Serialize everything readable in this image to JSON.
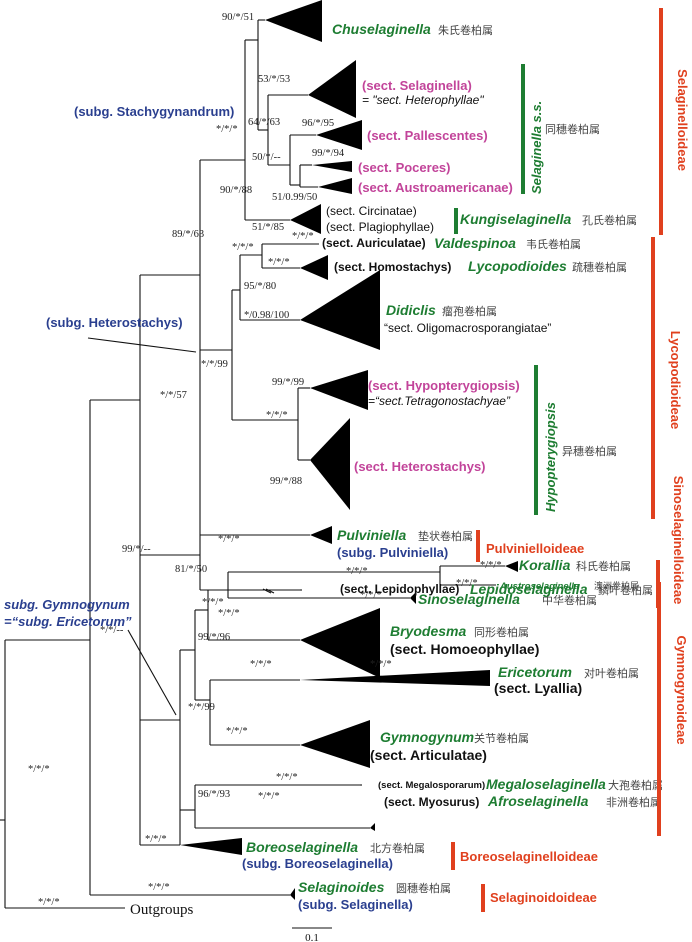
{
  "colors": {
    "genus": "#1e7d32",
    "section": "#c2449a",
    "subgenus": "#2a3f8f",
    "subfamily": "#e0401e"
  },
  "support": {
    "chuse": "90/*/51",
    "selag": "53/*/53",
    "pall": "96/*/95",
    "poc": "99/*/94",
    "n64": "64/*/63",
    "n50": "50/*/--",
    "n51": "51/0.99/50",
    "n90": "90/*/88",
    "stach": "*/*/*",
    "kung": "51/*/85",
    "root89": "89/*/63",
    "aur": "*/*/*",
    "homo": "*/*/*",
    "lyco": "*/*/*",
    "did": "95/*/80",
    "did2": "*/0.98/100",
    "het99": "*/*/99",
    "hyp99": "99/*/99",
    "hypall": "*/*/*",
    "het88": "99/*/88",
    "n57": "*/*/57",
    "pulv": "*/*/*",
    "n81": "81/*/50",
    "n99": "99/*/--",
    "kor": "*/*/*",
    "aus": "*/*/*",
    "korall": "*/*/*",
    "sino": "*/*/*",
    "sino2": "*/*/*",
    "gym": "*/*/--",
    "lep": "*/*/*",
    "gy96": "99/*/96",
    "bry": "*/*/*",
    "gy99": "*/*/99",
    "eri": "*/*/*",
    "gyn": "*/*/*",
    "meg": "*/*/*",
    "mega96": "96/*/93",
    "afr": "*/*/*",
    "bor": "*/*/*",
    "root": "*/*/*",
    "selo": "*/*/*",
    "outg": "*/*/*"
  },
  "tips": {
    "chuse": {
      "genus": "Chuselaginella",
      "cn": "朱氏卷柏属"
    },
    "selag": {
      "sect": "(sect. Selaginella)",
      "alt": "= \"sect. Heterophyllae\""
    },
    "pall": {
      "sect": "(sect. Pallescentes)"
    },
    "poc": {
      "sect": "(sect. Poceres)"
    },
    "aust": {
      "sect": "(sect. Austroamericanae)"
    },
    "kung": {
      "sect1": "(sect. Circinatae)",
      "sect2": "(sect. Plagiophyllae)",
      "genus": "Kungiselaginella",
      "cn": "孔氏卷柏属"
    },
    "val": {
      "sect": "(sect. Auriculatae)",
      "genus": "Valdespinoa",
      "cn": "韦氏卷柏属"
    },
    "lyco": {
      "sect": "(sect. Homostachys)",
      "genus": "Lycopodioides",
      "cn": "疏穗卷柏属"
    },
    "did": {
      "genus": "Didiclis",
      "cn": "瘤孢卷柏属",
      "alt": "“sect. Oligomacrosporangiatae”"
    },
    "hyp": {
      "sect": "(sect. Hypopterygiopsis)",
      "alt": "=“sect.Tetragonostachyae”"
    },
    "het": {
      "sect": "(sect. Heterostachys)",
      "cn": "异穗卷柏属"
    },
    "pulv": {
      "genus": "Pulviniella",
      "cn": "垫状卷柏属",
      "subg": "(subg. Pulviniella)"
    },
    "kor": {
      "genus": "Korallia",
      "cn": "科氏卷柏属"
    },
    "aus": {
      "genus": "Austroselaginella",
      "cn": "澳洲卷柏属"
    },
    "sino": {
      "genus": "Sinoselaginella",
      "cn": "中华卷柏属"
    },
    "lep": {
      "sect": "(sect. Lepidophyllae)",
      "genus": "Lepidoselaginella",
      "cn": "鳞叶卷柏属"
    },
    "bry": {
      "genus": "Bryodesma",
      "cn": "同形卷柏属",
      "sect": "(sect. Homoeophyllae)"
    },
    "eri": {
      "genus": "Ericetorum",
      "cn": "对叶卷柏属",
      "sect": "(sect. Lyallia)"
    },
    "gyn": {
      "genus": "Gymnogynum",
      "cn": "关节卷柏属",
      "sect": "(sect. Articulatae)"
    },
    "meg": {
      "sect": "(sect. Megalosporarum)",
      "genus": "Megaloselaginella",
      "cn": "大孢卷柏属"
    },
    "afr": {
      "sect": "(sect. Myosurus)",
      "genus": "Afroselaginella",
      "cn": "非洲卷柏属"
    },
    "bor": {
      "genus": "Boreoselaginella",
      "cn": "北方卷柏属",
      "subg": "(subg. Boreoselaginella)"
    },
    "selo": {
      "genus": "Selaginoides",
      "cn": "圆穗卷柏属",
      "subg": "(subg. Selaginella)"
    },
    "out": {
      "label": "Outgroups"
    }
  },
  "subgenera": {
    "stach": "(subg. Stachygynandrum)",
    "hetero": "(subg. Heterostachys)",
    "gymno1": "subg. Gymnogynum",
    "gymno2": "=“subg. Ericetorum”"
  },
  "groups": {
    "sss": "Selaginella s.s.",
    "sss_cn": "同穗卷柏属",
    "hypopt": "Hypopterygiopsis"
  },
  "subfamilies": {
    "selaginelloideae": "Selaginelloideae",
    "lycopodioideae": "Lycopodioideae",
    "pulviniel": "Pulvinielloideae",
    "sinosel": "Sinoselaginelloideae",
    "gymnogyn": "Gymnogynoideae",
    "boreosel": "Boreoselaginelloideae",
    "selaginoid": "Selaginoidoideae"
  },
  "scale": "0.1"
}
